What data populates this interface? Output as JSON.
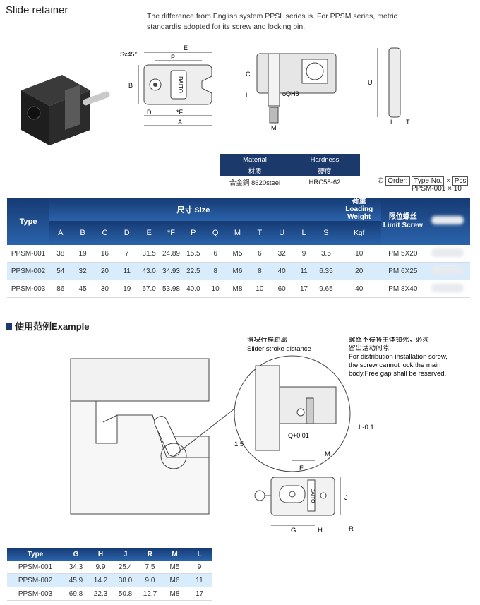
{
  "title": "Slide retainer",
  "intro": "The difference from English system PPSL series is. For PPSM series, metric standardis adopted for its screw and locking pin.",
  "drawing_labels": {
    "top_view": [
      "Sx45°",
      "E",
      "P",
      "B",
      "D",
      "*F",
      "A",
      "BAITO"
    ],
    "side_view": [
      "C",
      "L",
      "ϕQH8",
      "M"
    ],
    "end_view": [
      "U",
      "L",
      "T"
    ],
    "example_notes": [
      "滑块行程距离",
      "Slider stroke distance",
      "螺丝不得将主体锁死，必须",
      "留出活动间隙",
      "For distribution installation screw,",
      "the screw cannot lock the main",
      "body.Free gap shall be reserved."
    ],
    "example_dims": [
      "L-0.1",
      "1.5",
      "Q+0.01",
      "M",
      "F",
      "J",
      "G",
      "H",
      "R",
      "BAITO"
    ]
  },
  "material": {
    "headers": [
      "Material",
      "Hardness"
    ],
    "headers_cn": [
      "材质",
      "硬度"
    ],
    "values": [
      "合金鋼 8620steel",
      "HRC58-62"
    ]
  },
  "order": {
    "label": "Order:",
    "type_no": "Type No.",
    "x1": "×",
    "pcs": "Pcs",
    "example": "PPSM-001 × 10"
  },
  "spec_table": {
    "type_header": "Type",
    "size_header": "尺寸 Size",
    "weight_header_cn": "荷重",
    "weight_header": "Loading Weight",
    "weight_unit": "Kgf",
    "screw_header_cn": "限位螺丝",
    "screw_header": "Limit Screw",
    "columns": [
      "A",
      "B",
      "C",
      "D",
      "E",
      "*F",
      "P",
      "Q",
      "M",
      "T",
      "U",
      "L",
      "S"
    ],
    "rows": [
      {
        "type": "PPSM-001",
        "vals": [
          "38",
          "19",
          "16",
          "7",
          "31.5",
          "24.89",
          "15.5",
          "6",
          "M5",
          "6",
          "32",
          "9",
          "3.5"
        ],
        "weight": "10",
        "screw": "PM 5X20"
      },
      {
        "type": "PPSM-002",
        "vals": [
          "54",
          "32",
          "20",
          "11",
          "43.0",
          "34.93",
          "22.5",
          "8",
          "M6",
          "8",
          "40",
          "11",
          "6.35"
        ],
        "weight": "20",
        "screw": "PM 6X25"
      },
      {
        "type": "PPSM-003",
        "vals": [
          "86",
          "45",
          "30",
          "19",
          "67.0",
          "53.98",
          "40.0",
          "10",
          "M8",
          "10",
          "60",
          "17",
          "9.65"
        ],
        "weight": "40",
        "screw": "PM 8X40"
      }
    ]
  },
  "example_section": "使用范例Example",
  "example_table": {
    "headers": [
      "Type",
      "G",
      "H",
      "J",
      "R",
      "M",
      "L"
    ],
    "rows": [
      [
        "PPSM-001",
        "34.3",
        "9.9",
        "25.4",
        "7.5",
        "M5",
        "9"
      ],
      [
        "PPSM-002",
        "45.9",
        "14.2",
        "38.0",
        "9.0",
        "M6",
        "11"
      ],
      [
        "PPSM-003",
        "69.8",
        "22.3",
        "50.8",
        "12.7",
        "M8",
        "17"
      ]
    ]
  },
  "colors": {
    "header_blue": "#1b3a6b",
    "alt_row": "#d9ecfb"
  }
}
